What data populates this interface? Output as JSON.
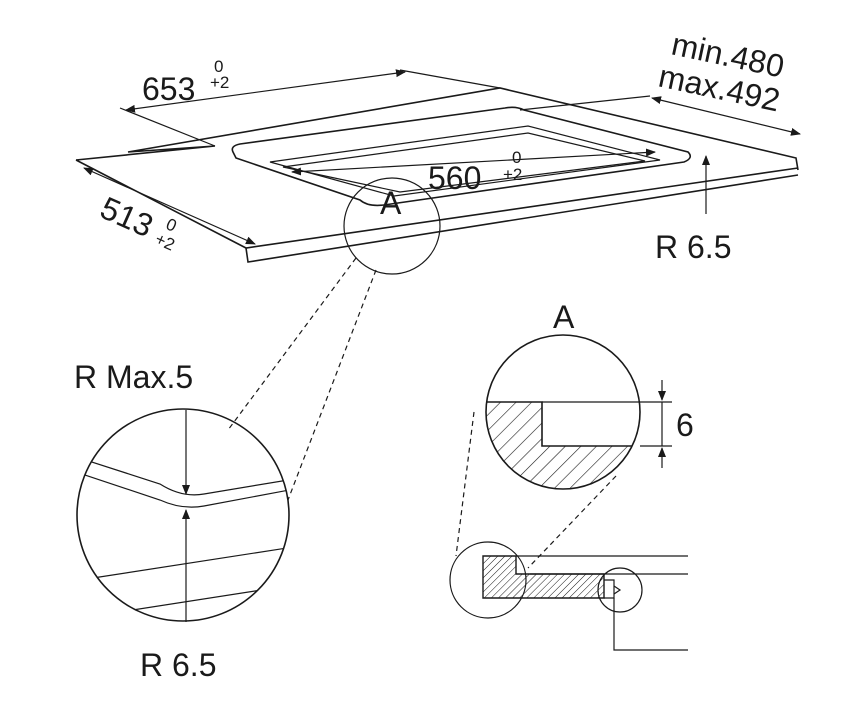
{
  "dimensions": {
    "width_main": "653",
    "width_tol_top": "0",
    "width_tol_bottom": "+2",
    "depth_main": "513",
    "depth_tol_top": "0",
    "depth_tol_bottom": "+2",
    "inner_main": "560",
    "inner_tol_top": "0",
    "inner_tol_bottom": "+2",
    "min_label": "min.480",
    "max_label": "max.492",
    "radius_top": "R 6.5",
    "detail_letter_top": "A",
    "detail_letter": "A",
    "radius_max": "R Max.5",
    "radius_bottom": "R 6.5",
    "step_height": "6"
  }
}
